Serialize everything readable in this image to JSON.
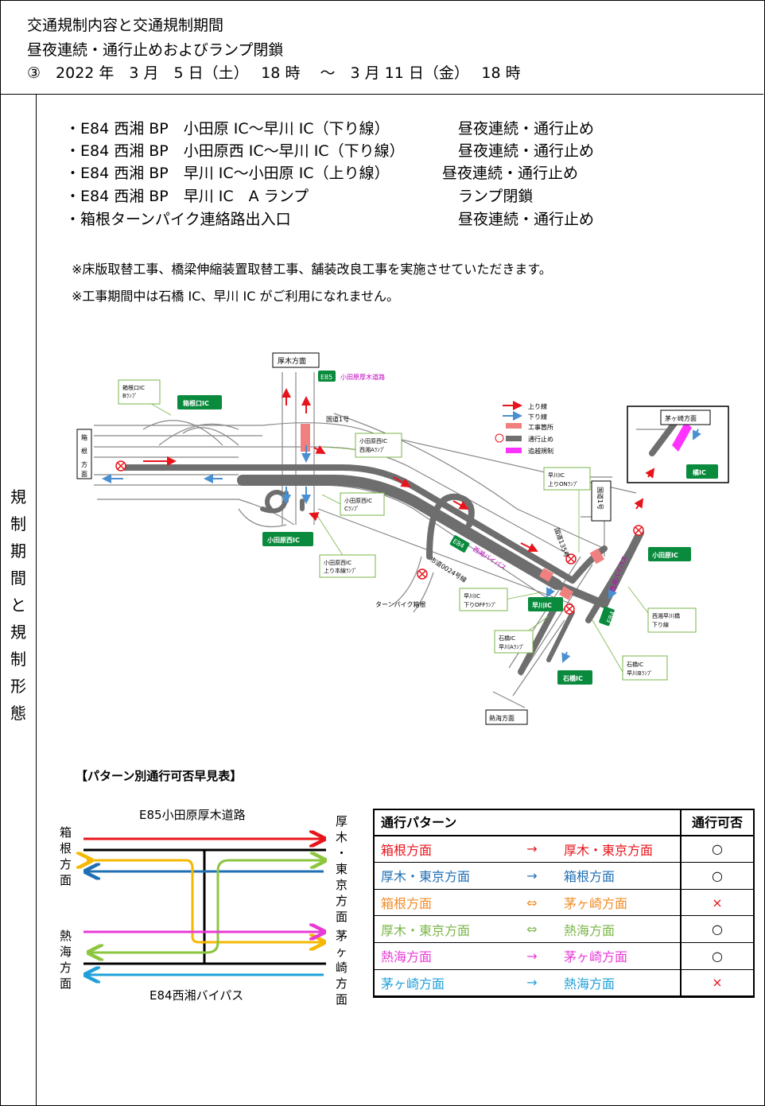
{
  "header": {
    "line1": "交通規制内容と交通規制期間",
    "line2": "昼夜連続・通行止めおよびランプ閉鎖",
    "line3": "③　2022 年　3 月　5 日（土）　 18 時　 ～　3 月 11 日（金）　 18 時"
  },
  "side_label": [
    "規",
    "制",
    "期",
    "間",
    "と",
    "規",
    "制",
    "形",
    "態"
  ],
  "regulations": [
    {
      "section": "・E84 西湘 BP　小田原 IC～早川 IC（下り線）",
      "type": "昼夜連続・通行止め"
    },
    {
      "section": "・E84 西湘 BP　小田原西 IC～早川 IC（下り線）",
      "type": "昼夜連続・通行止め"
    },
    {
      "section": "・E84 西湘 BP　早川 IC～小田原 IC（上り線）",
      "type": "昼夜連続・通行止め"
    },
    {
      "section": "・E84 西湘 BP　早川 IC　A ランプ",
      "type": "ランプ閉鎖"
    },
    {
      "section": "・箱根ターンパイク連絡路出入口",
      "type": "昼夜連続・通行止め"
    }
  ],
  "notes": [
    "※床版取替工事、橋梁伸縮装置取替工事、舗装改良工事を実施させていただきます。",
    "※工事期間中は石橋 IC、早川 IC がご利用になれません。"
  ],
  "map": {
    "atsugi_dir": "厚木方面",
    "e85_badge": "E85",
    "e85_name": "小田原厚木道路",
    "hakone_dir": "箱根方面",
    "hakoneguchi_b": [
      "箱根口IC",
      "Bﾗﾝﾌﾟ"
    ],
    "hakoneguchi_ic": "箱根口IC",
    "route1": "国道1号",
    "odawaranishi_a": [
      "小田原西IC",
      "西湘Aﾗﾝﾌﾟ"
    ],
    "odawaranishi_c": [
      "小田原西IC",
      "Cﾗﾝﾌﾟ"
    ],
    "odawaranishi_ic": "小田原西IC",
    "odawaranishi_up": [
      "小田原西IC",
      "上り本線ﾗﾝﾌﾟ"
    ],
    "e84_badge": "E84",
    "seisho_bp": "西湘バイパス",
    "city_road": "市道0024号線",
    "turnpike": "ターンパイク箱根",
    "hayakawa_off": [
      "早川IC",
      "下りOFFﾗﾝﾌﾟ"
    ],
    "hayakawa_ic": "早川IC",
    "hayakawa_on": [
      "早川IC",
      "上りONﾗﾝﾌﾟ"
    ],
    "route135": "国道135号",
    "route1b": "国道1号",
    "ishibashi_a": [
      "石橋IC",
      "早川Aﾗﾝﾌﾟ"
    ],
    "ishibashi_b": [
      "石橋IC",
      "早川Bﾗﾝﾌﾟ"
    ],
    "ishibashi_ic": "石橋IC",
    "atami_dir": "熱海方面",
    "odawara_ic": "小田原IC",
    "bridge": [
      "西湘早川橋",
      "下り線"
    ],
    "chigasaki_dir": "茅ヶ崎方面",
    "tachibana_ic": "橘IC",
    "legend": [
      {
        "label": "上り線",
        "color": "#e8141b"
      },
      {
        "label": "下り線",
        "color": "#4a8fd0"
      },
      {
        "label": "工事箇所",
        "color": "#f08080"
      },
      {
        "label": "通行止め",
        "color": "#707070"
      },
      {
        "label": "追越規制",
        "color": "#ff33ff"
      }
    ]
  },
  "pattern": {
    "title": "【パターン別通行可否早見表】",
    "diagram": {
      "top_road": "E85小田原厚木道路",
      "bottom_road": "E84西湘バイパス",
      "left_top": [
        "箱",
        "根",
        "方",
        "面"
      ],
      "left_bottom": [
        "熱",
        "海",
        "方",
        "面"
      ],
      "right_top": [
        "厚",
        "木",
        "・",
        "東",
        "京",
        "方",
        "面"
      ],
      "right_bottom": [
        "茅",
        "ヶ",
        "崎",
        "方",
        "面"
      ]
    },
    "table_header": {
      "pattern": "通行パターン",
      "result": "通行可否"
    },
    "rows": [
      {
        "from": "箱根方面",
        "arrow": "→",
        "to": "厚木・東京方面",
        "result": "○",
        "color": "#e8141b"
      },
      {
        "from": "厚木・東京方面",
        "arrow": "→",
        "to": "箱根方面",
        "result": "○",
        "color": "#1f6fb5"
      },
      {
        "from": "箱根方面",
        "arrow": "⇔",
        "to": "茅ヶ崎方面",
        "result": "×",
        "color": "#f28c28",
        "result_color": "#e8141b"
      },
      {
        "from": "厚木・東京方面",
        "arrow": "⇔",
        "to": "熱海方面",
        "result": "○",
        "color": "#7ab648"
      },
      {
        "from": "熱海方面",
        "arrow": "→",
        "to": "茅ヶ崎方面",
        "result": "○",
        "color": "#e83ad6"
      },
      {
        "from": "茅ヶ崎方面",
        "arrow": "→",
        "to": "熱海方面",
        "result": "×",
        "color": "#1fa0d8",
        "result_color": "#e8141b"
      }
    ]
  }
}
